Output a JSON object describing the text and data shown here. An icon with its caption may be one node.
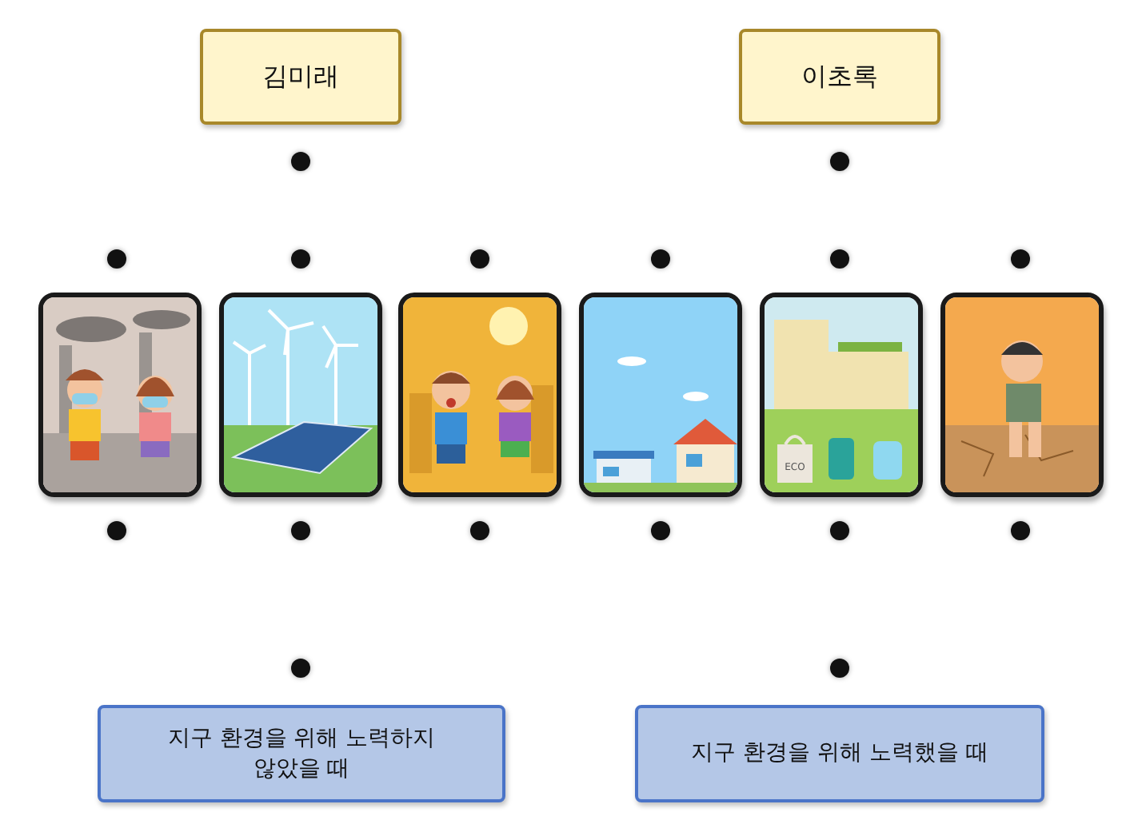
{
  "diagram": {
    "nodes": [
      {
        "text": [
          "김미래"
        ]
      },
      {
        "text": [
          "이초록"
        ]
      },
      {
        "text": [],
        "shape": "picture"
      },
      {
        "text": [],
        "shape": "picture"
      },
      {
        "text": [],
        "shape": "picture"
      },
      {
        "text": [],
        "shape": "picture"
      },
      {
        "text": [],
        "shape": "picture"
      },
      {
        "text": [],
        "shape": "picture"
      },
      {
        "text": [
          "지구 환경을 위해 노력하지 않았을 때"
        ]
      },
      {
        "text": [
          "지구 환경을 위해 노력했을 때"
        ]
      }
    ],
    "edges": [],
    "labels": [
      "ECO"
    ]
  }
}
